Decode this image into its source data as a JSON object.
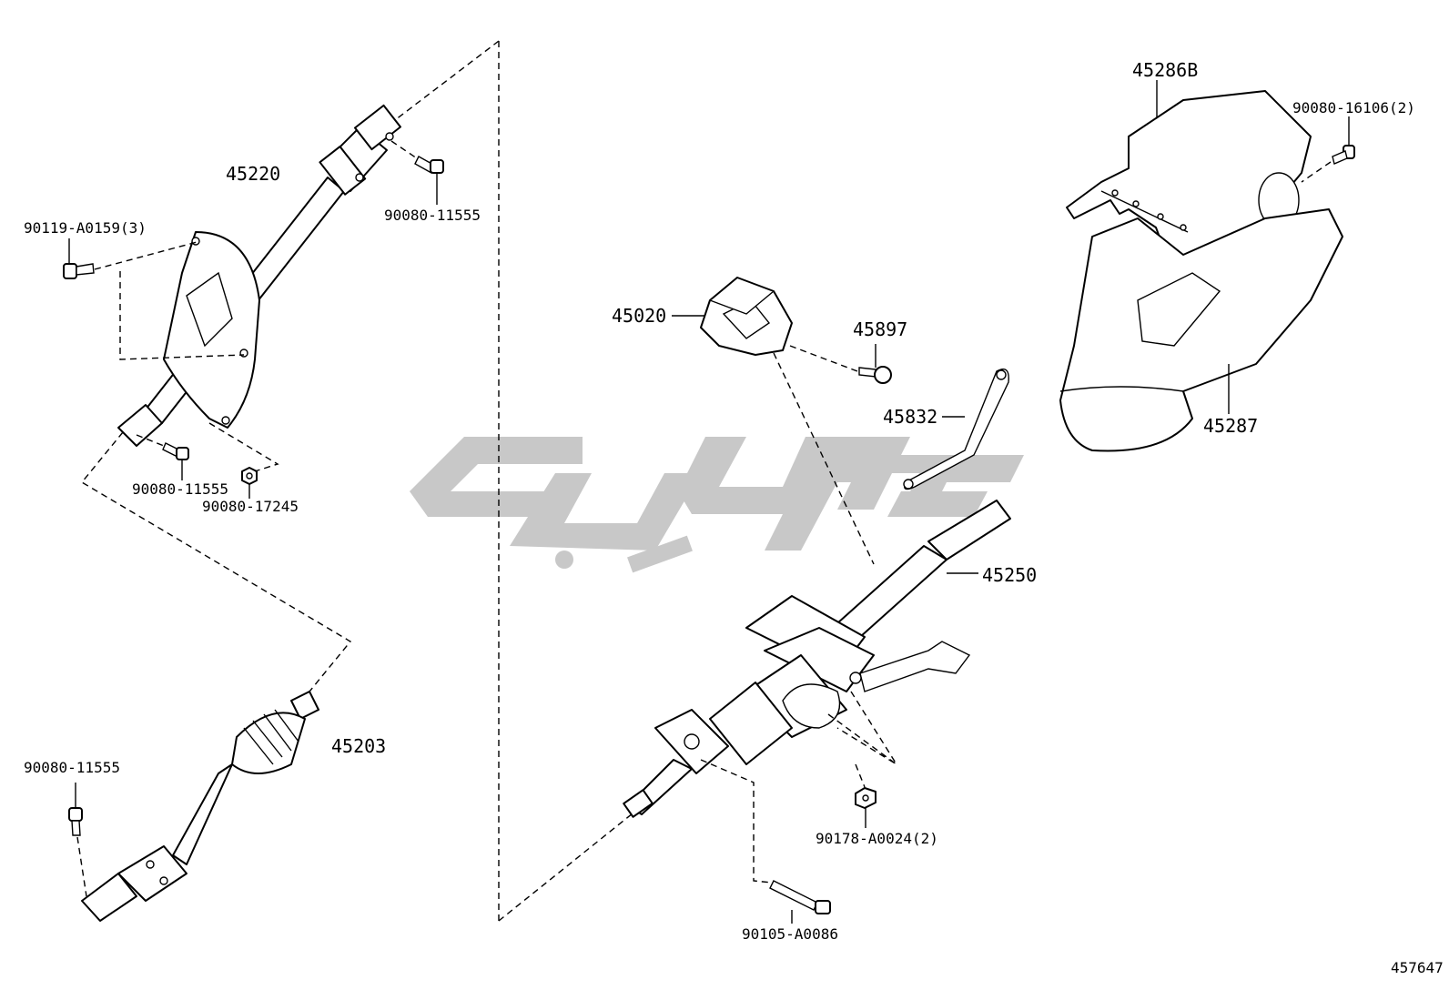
{
  "labels": {
    "p45220": "45220",
    "p90080_11555_top": "90080-11555",
    "p90119": "90119-A0159(3)",
    "p90080_11555_mid": "90080-11555",
    "p90080_17245": "90080-17245",
    "p45203": "45203",
    "p90080_11555_bottom": "90080-11555",
    "p45020": "45020",
    "p45897": "45897",
    "p45832": "45832",
    "p45250": "45250",
    "p90178": "90178-A0024(2)",
    "p90105": "90105-A0086",
    "p45286B": "45286B",
    "p90080_16106": "90080-16106(2)",
    "p45287": "45287"
  },
  "illustration_id": "457647",
  "colors": {
    "line": "#000000",
    "watermark": "#c8c8c8",
    "background": "#ffffff"
  }
}
